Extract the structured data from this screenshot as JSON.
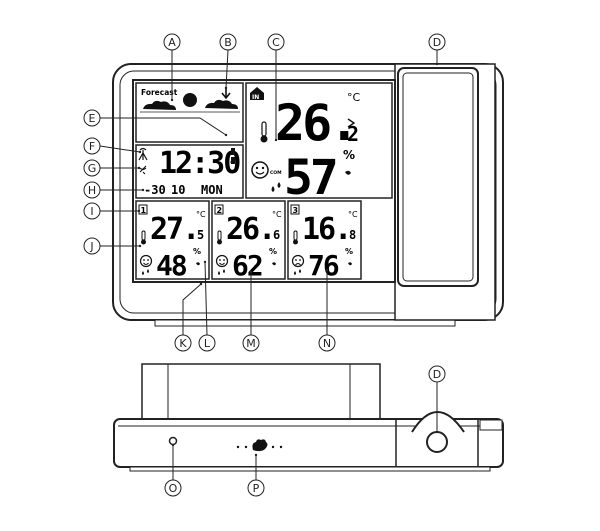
{
  "callouts": {
    "A": "A",
    "B": "B",
    "C": "C",
    "D": "D",
    "E": "E",
    "F": "F",
    "G": "G",
    "H": "H",
    "I": "I",
    "J": "J",
    "K": "K",
    "L": "L",
    "M": "M",
    "N": "N",
    "O": "O",
    "P": "P"
  },
  "forecast": {
    "label": "Forecast"
  },
  "clock": {
    "time": "12:30",
    "date_day": "-30",
    "date_month": "10",
    "weekday": "MON"
  },
  "indoor": {
    "badge": "IN",
    "temperature": "26.",
    "temperature_unit": "°C",
    "temperature_decimal": "2",
    "humidity": "57",
    "humidity_unit": "%",
    "comfort_label": "COM"
  },
  "channels": [
    {
      "badge": "1",
      "temp_main": "27.",
      "temp_dec": "5",
      "temp_unit": "°C",
      "hum": "48",
      "hum_unit": "%"
    },
    {
      "badge": "2",
      "temp_main": "26.",
      "temp_dec": "6",
      "temp_unit": "°C",
      "hum": "62",
      "hum_unit": "%"
    },
    {
      "badge": "3",
      "temp_main": "16.",
      "temp_dec": "8",
      "temp_unit": "°C",
      "hum": "76",
      "hum_unit": "%"
    }
  ]
}
